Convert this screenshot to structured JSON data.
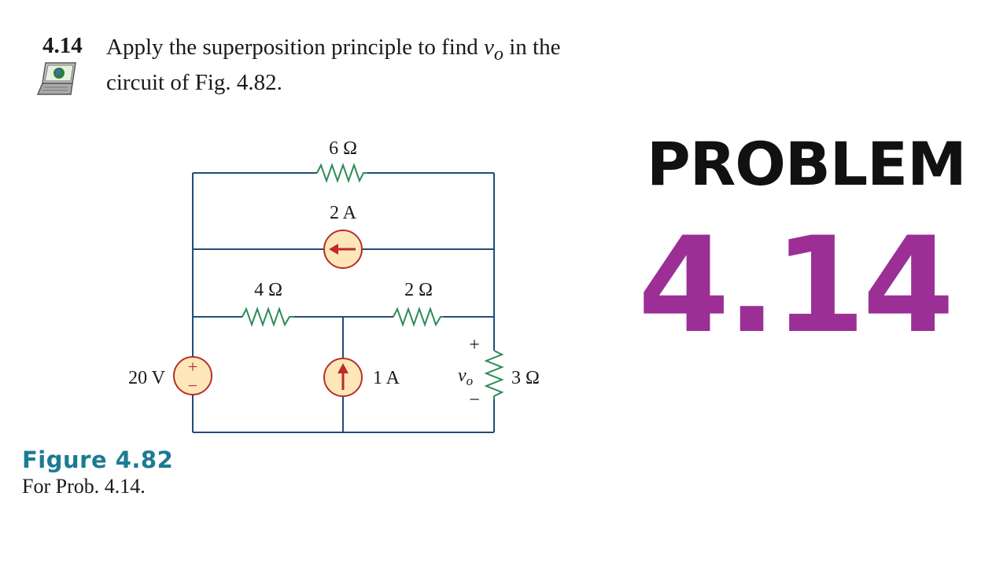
{
  "problem": {
    "number": "4.14",
    "text_before": "Apply the superposition principle to find ",
    "variable": "v",
    "variable_sub": "o",
    "text_after_line1": " in the",
    "text_line2": "circuit of Fig. 4.82."
  },
  "circuit": {
    "r_top": "6 Ω",
    "current_source_top": "2 A",
    "r_left": "4 Ω",
    "r_mid": "2 Ω",
    "voltage_source": "20 V",
    "current_source_bottom": "1 A",
    "output_var": "v",
    "output_sub": "o",
    "r_right": "3 Ω",
    "plus": "+",
    "minus": "−",
    "src_plus": "+",
    "src_minus": "−"
  },
  "figure": {
    "title": "Figure 4.82",
    "subtitle": "For Prob. 4.14."
  },
  "banner": {
    "word": "PROBLEM",
    "number": "4.14"
  },
  "colors": {
    "wire": "#1f4e79",
    "resistor": "#2e8b57",
    "source_fill": "#fde6b8",
    "source_stroke": "#b5302b",
    "arrow": "#c0282b",
    "figure_title": "#1d7a93",
    "banner_number": "#9b2f96"
  }
}
